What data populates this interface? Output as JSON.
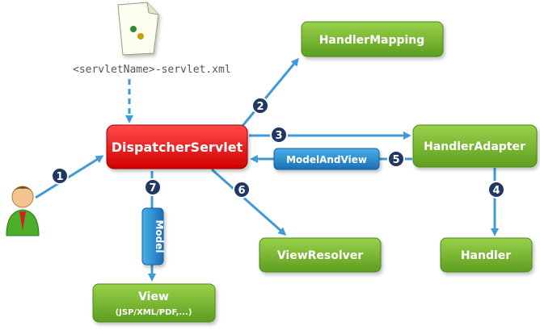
{
  "config_file": {
    "label": "<servletName>-servlet.xml",
    "icon": "xml-file-icon"
  },
  "nodes": {
    "dispatcher": "DispatcherServlet",
    "handler_mapping": "HandlerMapping",
    "handler_adapter": "HandlerAdapter",
    "handler": "Handler",
    "view_resolver": "ViewResolver",
    "view": "View",
    "view_sub": "(JSP/XML/PDF,...)"
  },
  "labels": {
    "model_and_view": "ModelAndView",
    "model": "Model"
  },
  "steps": [
    "1",
    "2",
    "3",
    "4",
    "5",
    "6",
    "7"
  ],
  "user": {
    "icon": "user-icon"
  },
  "colors": {
    "green_top": "#8cc63f",
    "green_bottom": "#5a9a1e",
    "red_top": "#ff3b3b",
    "red_bottom": "#cc0000",
    "blue_top": "#3aa3e0",
    "blue_bottom": "#1a6fb3",
    "arrow": "#3f9ad6",
    "circle": "#1f3864"
  }
}
